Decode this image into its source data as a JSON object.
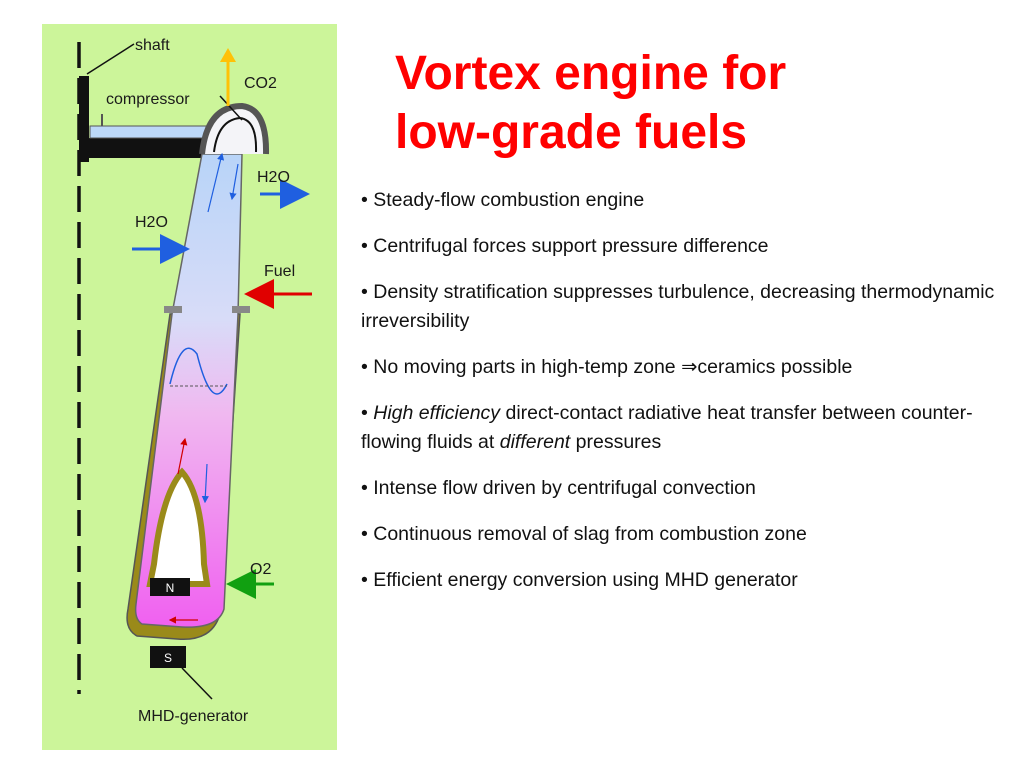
{
  "slide": {
    "title_line1": "Vortex engine for",
    "title_line2": "low-grade fuels"
  },
  "diagram": {
    "labels": {
      "shaft": "shaft",
      "compressor": "compressor",
      "co2": "CO2",
      "h2o_out": "H2O",
      "h2o_in": "H2O",
      "fuel": "Fuel",
      "o2": "O2",
      "magnet_n": "N",
      "magnet_s": "S",
      "mhd_generator": "MHD-generator"
    },
    "colors": {
      "background": "#ccf59a",
      "co2_arrow": "#ffc107",
      "h2o_arrow": "#1f5fe0",
      "fuel_arrow": "#e00000",
      "o2_arrow": "#11a011",
      "wall": "#9a8a1a",
      "hot_zone": "#f06af0",
      "cold_zone": "#bcd8f8"
    }
  },
  "bullets": [
    {
      "text": "• Steady-flow combustion engine"
    },
    {
      "text": "• Centrifugal forces support pressure difference"
    },
    {
      "text": "• Density stratification suppresses turbulence, decreasing thermodynamic irreversibility"
    },
    {
      "pre": "• No moving parts in high-temp zone ",
      "symbol": "⇒",
      "post": "ceramics possible"
    },
    {
      "pre": "• ",
      "em1": "High efficiency",
      "mid": " direct-contact radiative heat transfer between counter-flowing fluids at ",
      "em2": "different",
      "post": " pressures"
    },
    {
      "text": "• Intense flow driven by centrifugal convection"
    },
    {
      "text": "• Continuous removal of slag from combustion zone"
    },
    {
      "text": "• Efficient energy conversion using MHD generator"
    }
  ]
}
